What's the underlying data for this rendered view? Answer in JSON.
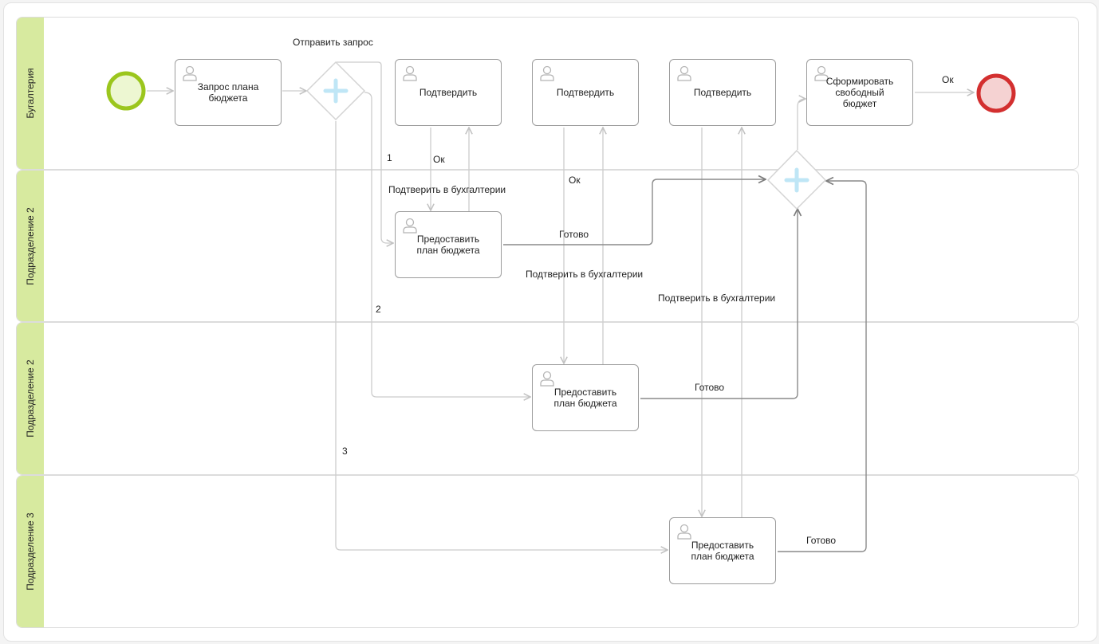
{
  "lanes": [
    {
      "title": "Бугалтерия"
    },
    {
      "title": "Подразделение 2"
    },
    {
      "title": "Подразделение 2"
    },
    {
      "title": "Подразделение 3"
    }
  ],
  "tasks": {
    "request_budget": {
      "label": "Запрос плана бюджета"
    },
    "confirm_1": {
      "label": "Подтвердить"
    },
    "confirm_2": {
      "label": "Подтвердить"
    },
    "confirm_3": {
      "label": "Подтвердить"
    },
    "form_budget": {
      "label": "Сформировать свободный бюджет"
    },
    "provide_plan_1": {
      "label": "Предоставить план бюджета"
    },
    "provide_plan_2": {
      "label": "Предоставить план бюджета"
    },
    "provide_plan_3": {
      "label": "Предоставить план бюджета"
    }
  },
  "flow_labels": {
    "send_request": "Отправить запрос",
    "branch_1": "1",
    "branch_2": "2",
    "branch_3": "3",
    "ok_1": "Ок",
    "ok_2": "Ок",
    "ok_final": "Ок",
    "confirm_accounting_1": "Подтверить в бухгалтерии",
    "confirm_accounting_2": "Подтверить в бухгалтерии",
    "confirm_accounting_3": "Подтверить в бухгалтерии",
    "done_1": "Готово",
    "done_2": "Готово",
    "done_3": "Готово"
  },
  "icons": {
    "start_event": "start-event-circle",
    "end_event": "end-event-circle",
    "parallel_gateway": "plus-diamond",
    "user_task": "user-icon"
  },
  "colors": {
    "lane_header": "#d7ea9f",
    "start_event": "#9bc61d",
    "end_event": "#d32f2f",
    "gateway_plus": "#bfe6f6",
    "flow_line": "#c9c9c9",
    "flow_line_dark": "#8a8a8a"
  }
}
